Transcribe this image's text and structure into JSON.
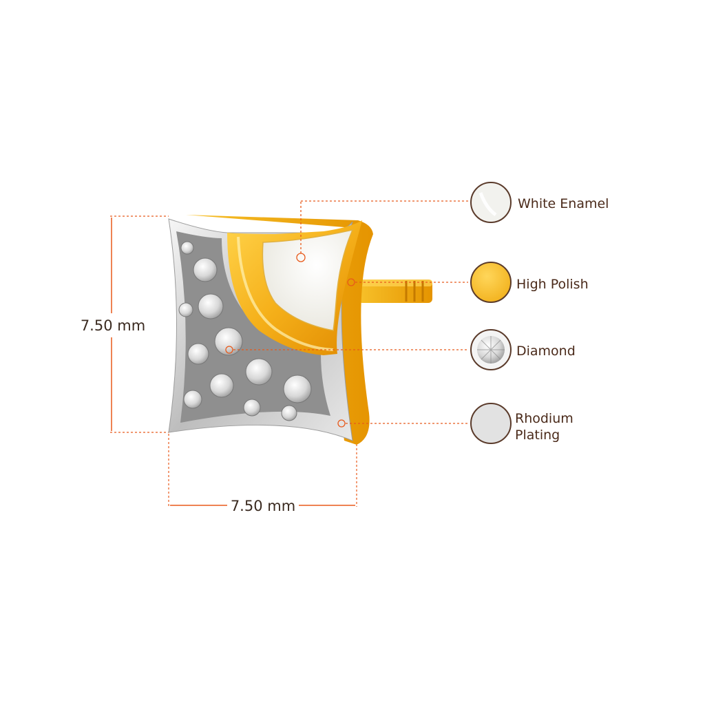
{
  "dimensions": {
    "height_label": "7.50 mm",
    "width_label": "7.50 mm"
  },
  "legend": [
    {
      "id": "white-enamel",
      "line1": "White Enamel",
      "line2": "",
      "icon": "white-enamel-swatch"
    },
    {
      "id": "high-polish",
      "line1": "High Polish",
      "line2": "",
      "icon": "high-polish-swatch"
    },
    {
      "id": "diamond",
      "line1": "Diamond",
      "line2": "",
      "icon": "diamond-swatch"
    },
    {
      "id": "rhodium",
      "line1": "Rhodium",
      "line2": "Plating",
      "icon": "rhodium-plating-swatch"
    }
  ],
  "colors": {
    "dimension_line": "#e8591a",
    "leader_line": "#e8591a",
    "swatch_border": "#5a3a2a",
    "gold": "#f5b51c",
    "gold_dark": "#e08d00",
    "enamel": "#f4f4ee",
    "rhodium": "#dcdcdc",
    "text": "#4a2a1a"
  }
}
